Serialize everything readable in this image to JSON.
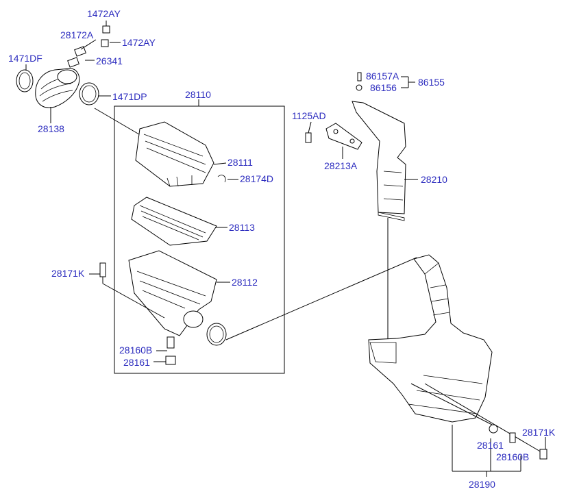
{
  "labels": {
    "l1472ay_a": "1472AY",
    "l28172a": "28172A",
    "l1472ay_b": "1472AY",
    "l1471df": "1471DF",
    "l26341": "26341",
    "l1471dp": "1471DP",
    "l28138": "28138",
    "l28110": "28110",
    "l28111": "28111",
    "l28174d": "28174D",
    "l28113": "28113",
    "l28171k_a": "28171K",
    "l28112": "28112",
    "l28160b_a": "28160B",
    "l28161_a": "28161",
    "l86157a": "86157A",
    "l86156": "86156",
    "l86155": "86155",
    "l1125ad": "1125AD",
    "l28213a": "28213A",
    "l28210": "28210",
    "l28171k_b": "28171K",
    "l28161_b": "28161",
    "l28160b_b": "28160B",
    "l28190": "28190"
  }
}
